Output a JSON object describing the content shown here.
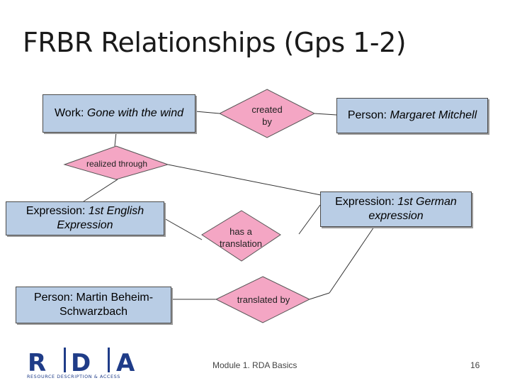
{
  "title": "FRBR Relationships (Gps 1-2)",
  "boxes": {
    "work": {
      "prefix": "Work: ",
      "italic": "Gone with the wind"
    },
    "person_mitchell": {
      "prefix": "Person: ",
      "italic": "Margaret Mitchell"
    },
    "expr_english": {
      "prefix": "Expression: ",
      "italic": "1st English Expression"
    },
    "expr_german": {
      "prefix": "Expression: ",
      "italic": "1st German expression"
    },
    "person_beheim": {
      "prefix": "Person: Martin Beheim-Schwarzbach",
      "italic": ""
    }
  },
  "relationships": {
    "created_by": "created by",
    "realized_through": "realized through",
    "has_a_translation": "has a translation",
    "translated_by": "translated by"
  },
  "footer": {
    "center": "Module 1. RDA Basics",
    "page": "16"
  },
  "logo": {
    "letters": [
      "R",
      "D",
      "A"
    ],
    "tagline": "RESOURCE DESCRIPTION & ACCESS"
  },
  "colors": {
    "entity_fill": "#b9cde5",
    "relationship_fill": "#f4a6c4",
    "logo_blue": "#1f3c88"
  }
}
